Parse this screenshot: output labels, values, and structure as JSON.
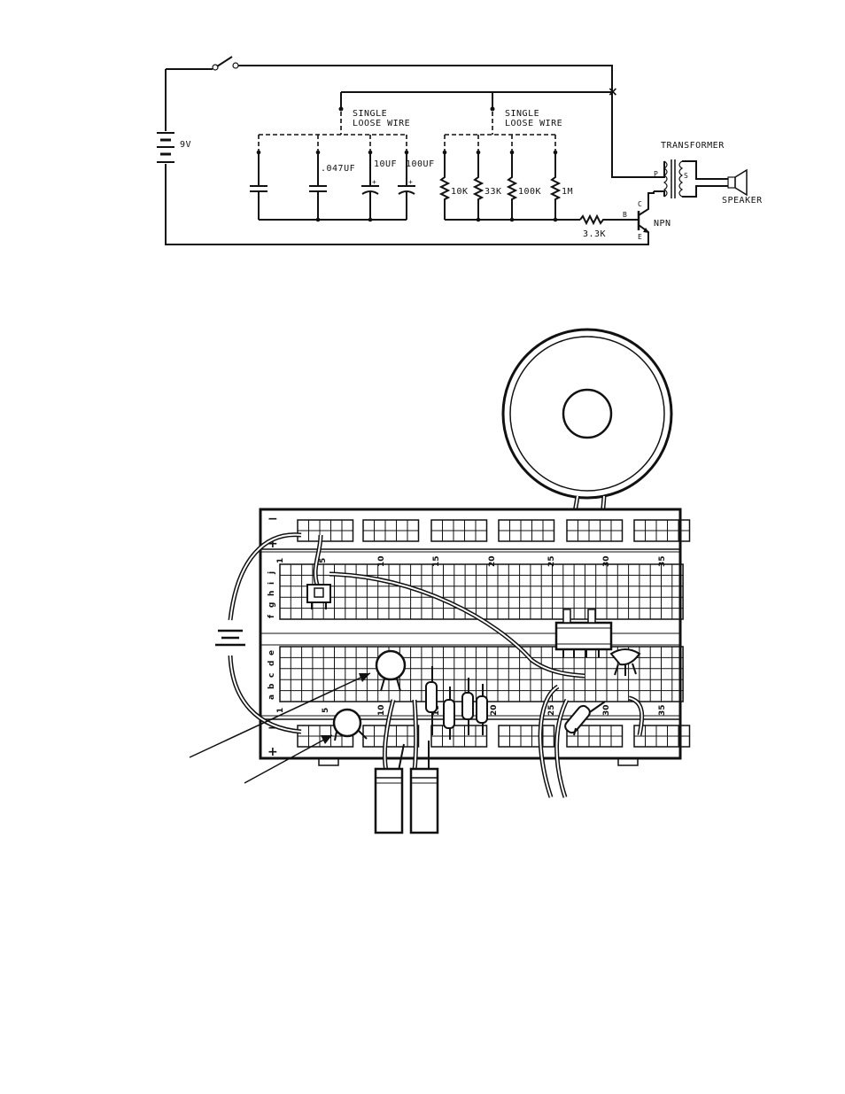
{
  "schematic": {
    "battery_label": "9V",
    "loose_wire_left": [
      "SINGLE",
      "LOOSE WIRE"
    ],
    "loose_wire_right": [
      "SINGLE",
      "LOOSE WIRE"
    ],
    "capacitors": [
      ".047UF",
      "10UF",
      "100UF"
    ],
    "resistors": [
      "10K",
      "33K",
      "100K",
      "1M"
    ],
    "base_resistor": "3.3K",
    "transformer_label": "TRANSFORMER",
    "primary_label": "P",
    "secondary_label": "S",
    "speaker_label": "SPEAKER",
    "transistor_label": "NPN",
    "collector_label": "C",
    "base_label": "B",
    "emitter_label": "E",
    "polarity_mark": "+"
  },
  "breadboard": {
    "rail_minus": "−",
    "rail_plus": "+",
    "column_numbers": [
      "1",
      "5",
      "10",
      "15",
      "20",
      "25",
      "30",
      "35"
    ],
    "rows_top": [
      "j",
      "i",
      "h",
      "g",
      "f"
    ],
    "rows_bottom": [
      "e",
      "d",
      "c",
      "b",
      "a"
    ]
  }
}
